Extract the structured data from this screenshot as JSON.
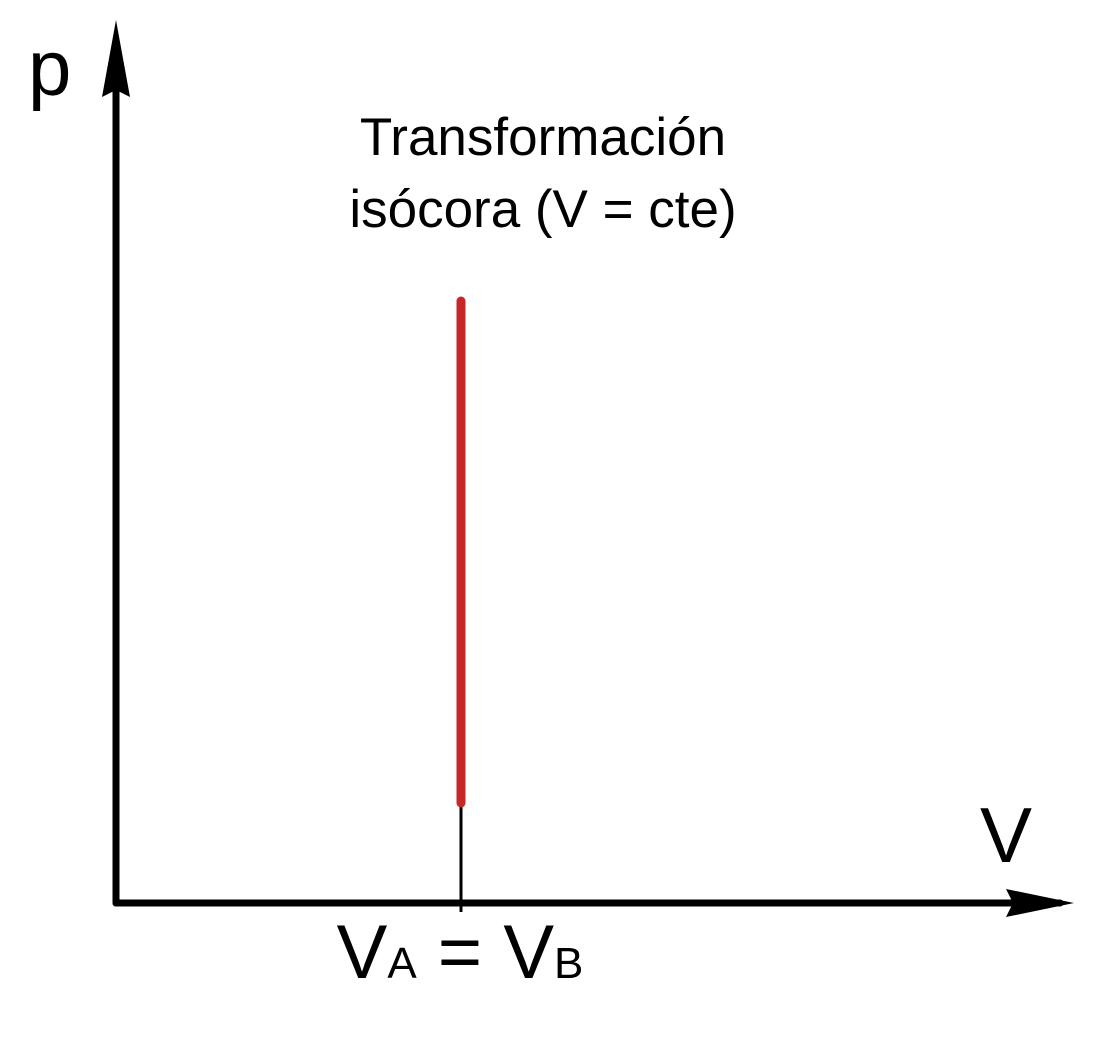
{
  "diagram": {
    "y_axis_label": "p",
    "x_axis_label": "V",
    "title_line1": "Transformación",
    "title_line2": "isócora (V = cte)",
    "tick_label": {
      "v1": "V",
      "sub1": "A",
      "eq": " = ",
      "v2": "V",
      "sub2": "B"
    }
  },
  "colors": {
    "axis": "#000000",
    "process_line": "#c62828",
    "background": "#ffffff"
  }
}
